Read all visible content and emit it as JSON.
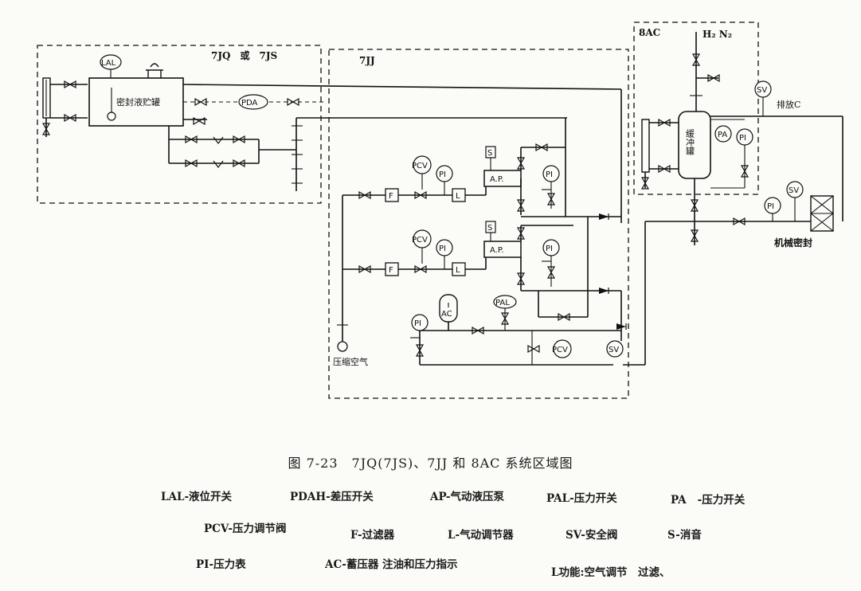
{
  "regions": {
    "jq": "7JQ　或　7JS",
    "jj": "7JJ",
    "ac": "8AC"
  },
  "labels": {
    "seal_tank": "密封液贮罐",
    "buffer_tank": "缓冲罐",
    "gas": "H₂ N₂",
    "vent": "排放C",
    "compressed_air": "压缩空气",
    "mech_seal": "机械密封",
    "ap": "A.P.",
    "f": "F",
    "l": "L",
    "s": "S"
  },
  "instruments": {
    "lal": "LAL",
    "pda": "PDA",
    "pcv": "PCV",
    "pi": "PI",
    "pal": "PAL",
    "pa": "PA",
    "sv": "SV",
    "ac": "AC"
  },
  "caption": "图 7-23　7JQ(7JS)、7JJ 和 8AC 系统区域图",
  "legend": {
    "lal": "LAL-液位开关",
    "pdah": "PDAH-差压开关",
    "ap": "AP-气动液压泵",
    "pal": "PAL-压力开关",
    "pa_prefix": "PA",
    "pa_suffix": "-压力开关",
    "pcv": "PCV-压力调节阀",
    "f": "F-过滤器",
    "l": "L-气动调节器",
    "sv": "SV-安全阀",
    "s": "S-消音",
    "pi": "PI-压力表",
    "ac": "AC-蓄压器 注油和压力指示",
    "lfunc": "L功能:空气调节　过滤、"
  }
}
